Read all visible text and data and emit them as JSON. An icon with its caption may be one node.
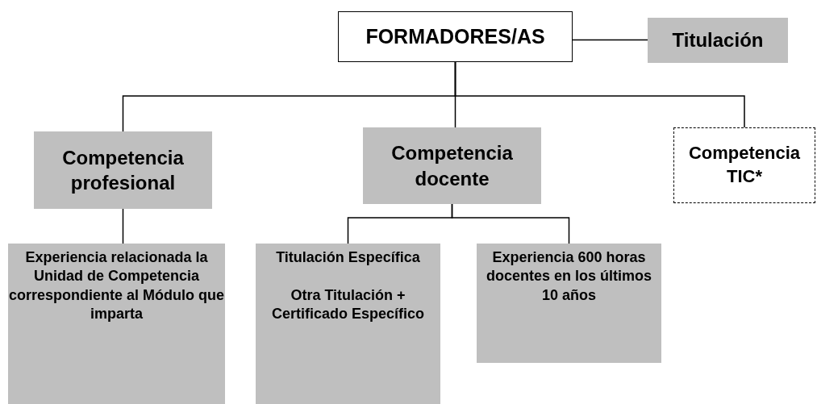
{
  "diagram": {
    "nodes": [
      {
        "text": [
          "FORMADORES/AS"
        ]
      },
      {
        "text": [
          "Titulación"
        ]
      },
      {
        "text": [
          "Competencia profesional"
        ]
      },
      {
        "text": [
          "Competencia docente"
        ]
      },
      {
        "text": [
          "Competencia TIC*"
        ]
      },
      {
        "text": [
          "Experiencia relacionada la Unidad de Competencia correspondiente al Módulo que imparta"
        ]
      },
      {
        "text": [
          "Titulación Específica",
          "Otra Titulación + Certificado Específico"
        ]
      },
      {
        "text": [
          "Experiencia 600 horas docentes en los últimos 10 años"
        ]
      }
    ],
    "edges": [
      {
        "from": 0,
        "to": 1,
        "arrow": "none"
      },
      {
        "from": 0,
        "to": 2,
        "arrow": "none"
      },
      {
        "from": 0,
        "to": 3,
        "arrow": "none"
      },
      {
        "from": 0,
        "to": 4,
        "arrow": "none"
      },
      {
        "from": 2,
        "to": 5,
        "arrow": "none"
      },
      {
        "from": 3,
        "to": 6,
        "arrow": "none"
      },
      {
        "from": 3,
        "to": 7,
        "arrow": "none"
      }
    ]
  }
}
